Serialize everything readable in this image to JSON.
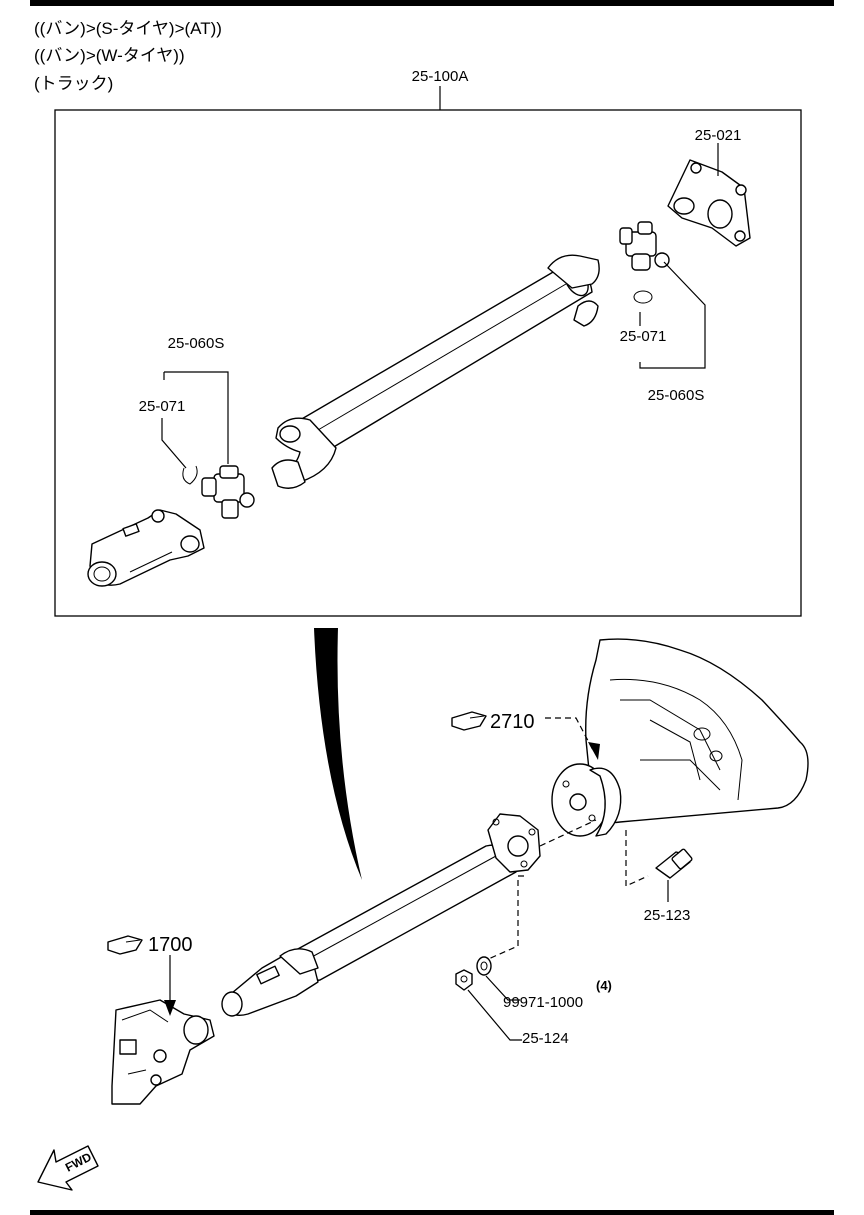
{
  "header": {
    "conditions": [
      "((バン)>(S-タイヤ)>(AT))",
      "((バン)>(W-タイヤ))",
      "(トラック)"
    ]
  },
  "callouts": {
    "assembly": "25-100A",
    "flange_yoke": "25-021",
    "joint_rear": "25-060S",
    "snap_ring_rear": "25-071",
    "joint_front": "25-060S",
    "snap_ring_front": "25-071",
    "bolt": "25-123",
    "nut": "25-124",
    "washer": "99971-1000",
    "washer_qty": "(4)"
  },
  "refs": {
    "differential": "2710",
    "transmission": "1700"
  },
  "direction": {
    "fwd_label": "FWD"
  }
}
